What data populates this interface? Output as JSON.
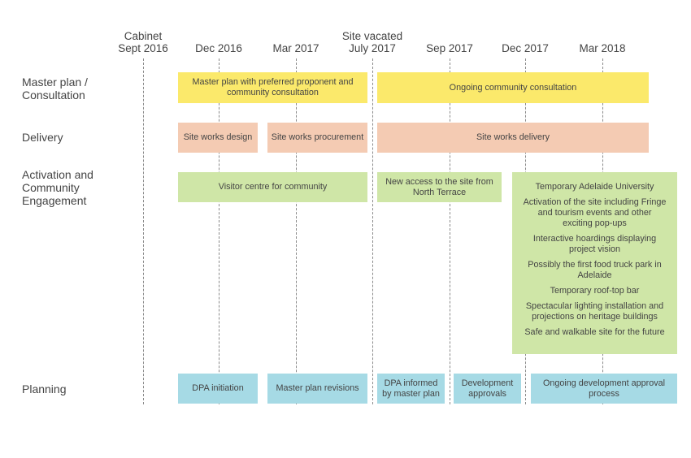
{
  "milestones": [
    {
      "id": "cabinet",
      "label": "Cabinet\nSept 2016"
    },
    {
      "id": "dec2016",
      "label": "Dec 2016"
    },
    {
      "id": "mar2017",
      "label": "Mar 2017"
    },
    {
      "id": "jul2017",
      "label": "Site vacated\nJuly 2017"
    },
    {
      "id": "sep2017",
      "label": "Sep 2017"
    },
    {
      "id": "dec2017",
      "label": "Dec 2017"
    },
    {
      "id": "mar2018",
      "label": "Mar 2018"
    }
  ],
  "rows": {
    "master_plan": "Master plan /\nConsultation",
    "delivery": "Delivery",
    "activation": "Activation and\nCommunity\nEngagement",
    "planning": "Planning"
  },
  "tasks": {
    "master_plan_proponent": "Master plan with preferred proponent and community consultation",
    "ongoing_consultation": "Ongoing community consultation",
    "site_works_design": "Site works design",
    "site_works_procurement": "Site works procurement",
    "site_works_delivery": "Site works delivery",
    "visitor_centre": "Visitor centre for community",
    "new_access": "New access to the site from North Terrace",
    "activation_items": [
      "Temporary Adelaide University",
      "Activation of the site including Fringe and tourism events and other exciting pop-ups",
      "Interactive hoardings displaying project vision",
      "Possibly the first food truck park in Adelaide",
      "Temporary roof-top bar",
      "Spectacular lighting installation and projections on heritage buildings",
      "Safe and walkable site for the future"
    ],
    "dpa_initiation": "DPA initiation",
    "master_plan_revisions": "Master plan revisions",
    "dpa_informed": "DPA informed by master plan",
    "development_approvals": "Development approvals",
    "ongoing_development": "Ongoing development approval process"
  },
  "colors": {
    "yellow": "#fbe96b",
    "salmon": "#f4cbb3",
    "green": "#cfe6a7",
    "blue": "#a6dae5",
    "gridline": "#8a8a8a"
  }
}
